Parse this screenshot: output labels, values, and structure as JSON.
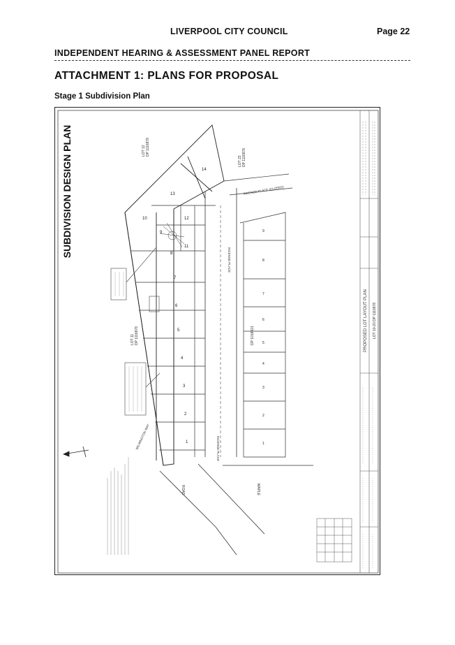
{
  "header": {
    "council": "LIVERPOOL CITY COUNCIL",
    "page": "Page 22",
    "report": "INDEPENDENT HEARING & ASSESSMENT PANEL REPORT"
  },
  "attachment_title": "ATTACHMENT 1:  PLANS FOR PROPOSAL",
  "stage_title": "Stage 1 Subdivision Plan",
  "plan": {
    "title": "SUBDIVISION DESIGN PLAN",
    "street_incense_place": "INCENSE PLACE",
    "street_incense_place_closed": "INCENSE PLACE (CLOSED)",
    "street_maple": "MAPLE",
    "street_road": "ROAD",
    "street_wilmington": "WILMINGTON WAY",
    "lot11": "LOT 11",
    "dp11": "DP 1116878",
    "lot12": "LOT 12",
    "dp12": "DP 1116878",
    "lot23": "LOT 23",
    "dp23": "DP 1116878",
    "dp_existing": "DP 1018421",
    "title_block": "PROPOSED LOT LAYOUT PLAN",
    "title_block_sub": "LOT 10-20 DP 1116878",
    "proposed_lots": [
      "1",
      "2",
      "3",
      "4",
      "5",
      "6",
      "7",
      "8",
      "9",
      "10",
      "11",
      "12",
      "13",
      "14"
    ],
    "existing_lots": [
      "1",
      "2",
      "3",
      "4",
      "5",
      "6",
      "7",
      "8",
      "9"
    ]
  }
}
